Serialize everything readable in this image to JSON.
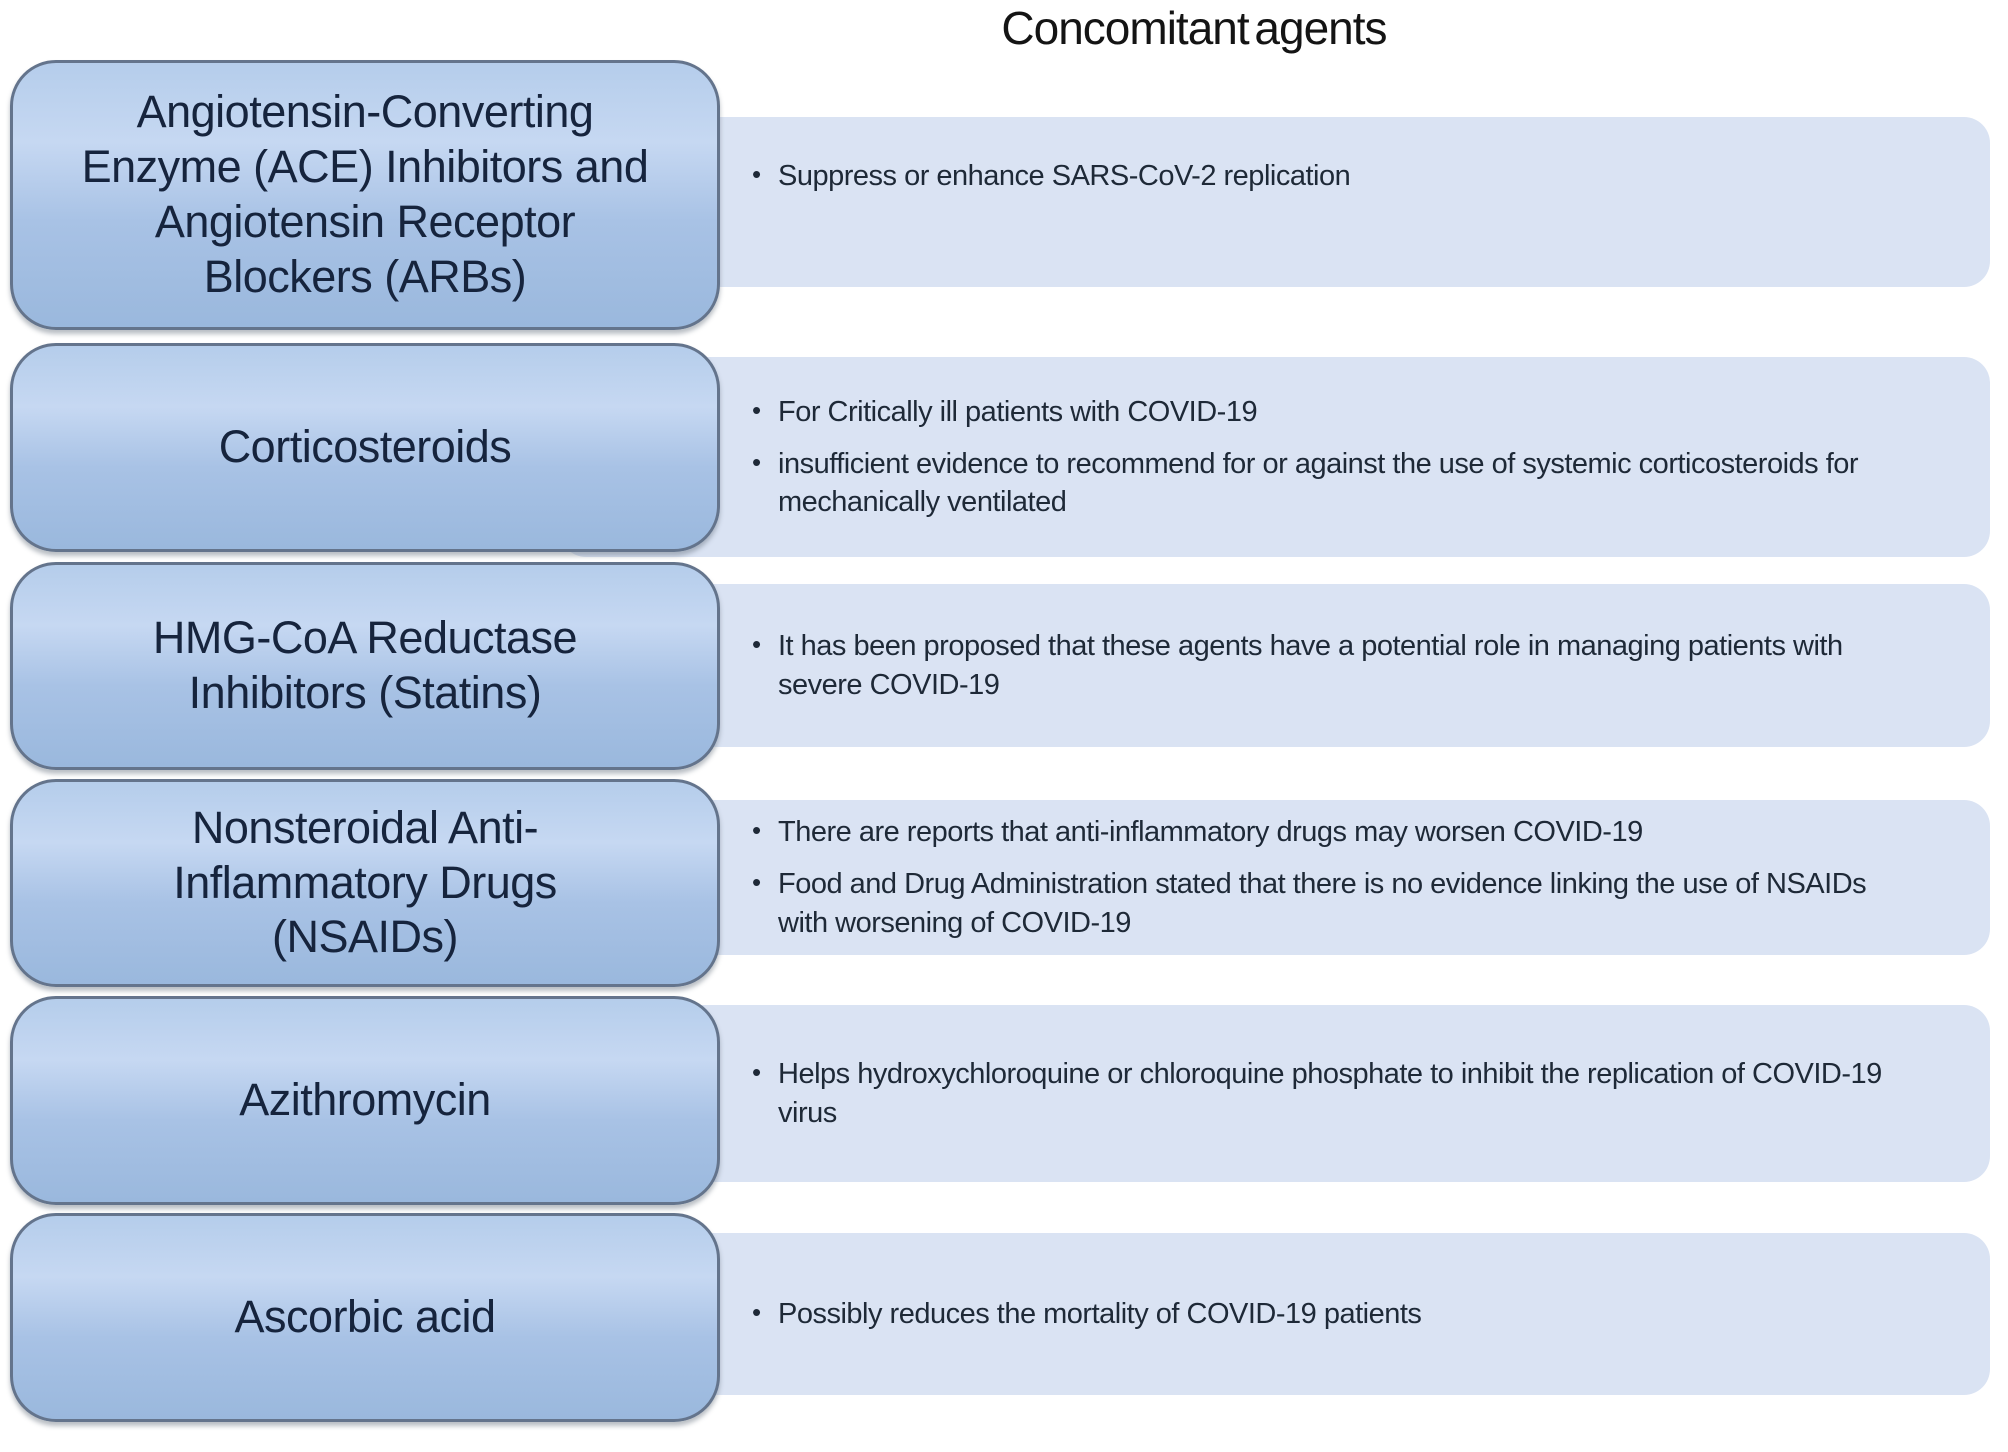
{
  "title": "Concomitant agents",
  "bullet_char": "•",
  "colors": {
    "box_fill_top": "#b5cdeb",
    "box_fill_bottom": "#9ab8dd",
    "box_border": "#64748c",
    "box_text": "#16243d",
    "panel_fill": "#dae3f3",
    "bullet_text": "#1e2937",
    "title_text": "#141414"
  },
  "rows": [
    {
      "agent": "Angiotensin-Converting Enzyme (ACE) Inhibitors and Angiotensin Receptor Blockers (ARBs)",
      "agent_lines": [
        "Angiotensin-Converting",
        "Enzyme (ACE) Inhibitors and",
        "Angiotensin Receptor",
        "Blockers (ARBs)"
      ],
      "bullets": [
        "Suppress or enhance SARS-CoV-2 replication"
      ]
    },
    {
      "agent": "Corticosteroids",
      "agent_lines": [
        "Corticosteroids"
      ],
      "bullets": [
        "For Critically ill patients with COVID-19",
        "insufficient evidence to recommend for or against the use of systemic corticosteroids for mechanically ventilated"
      ]
    },
    {
      "agent": "HMG-CoA Reductase Inhibitors (Statins)",
      "agent_lines": [
        "HMG-CoA Reductase",
        "Inhibitors (Statins)"
      ],
      "bullets": [
        "It has been proposed that these agents have a potential role in managing patients with severe COVID-19"
      ]
    },
    {
      "agent": "Nonsteroidal Anti-Inflammatory Drugs (NSAIDs)",
      "agent_lines": [
        "Nonsteroidal Anti-",
        "Inflammatory Drugs",
        "(NSAIDs)"
      ],
      "bullets": [
        "There are reports that anti-inflammatory drugs may worsen COVID-19",
        "Food and Drug Administration stated that there is no evidence linking the use of NSAIDs with worsening of COVID-19"
      ]
    },
    {
      "agent": "Azithromycin",
      "agent_lines": [
        "Azithromycin"
      ],
      "bullets": [
        "Helps hydroxychloroquine or chloroquine phosphate to inhibit the replication of COVID-19 virus"
      ]
    },
    {
      "agent": "Ascorbic acid",
      "agent_lines": [
        "Ascorbic acid"
      ],
      "bullets": [
        "Possibly reduces the mortality of COVID-19 patients"
      ]
    }
  ]
}
